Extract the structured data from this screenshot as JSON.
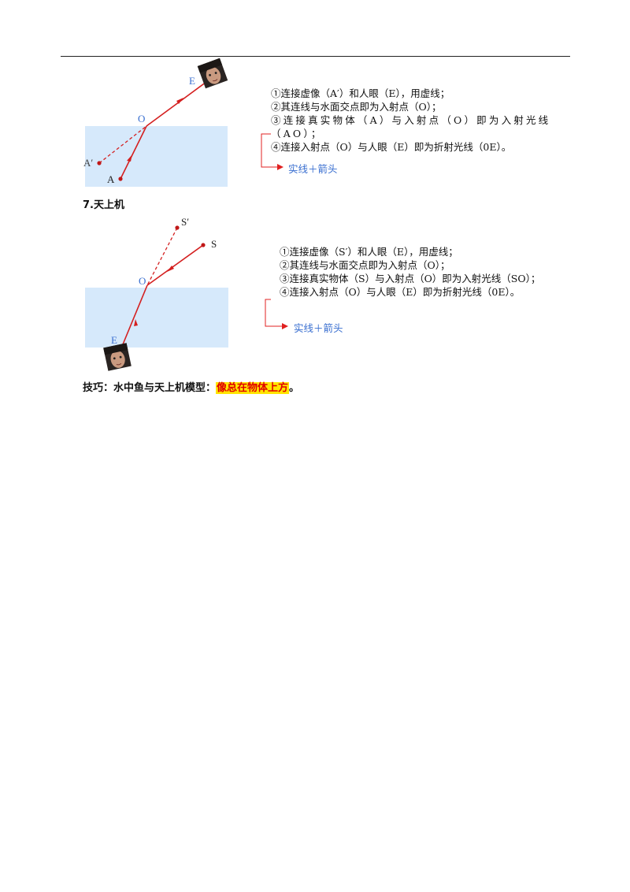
{
  "figure1": {
    "labels": {
      "eye": "E",
      "incidence": "O",
      "virtual": "A′",
      "real": "A"
    },
    "steps": [
      "①连接虚像（A′）和人眼（E），用虚线；",
      "②其连线与水面交点即为入射点（O）；",
      "③连接真实物体（A）与入射点（O）即为入射光线（AO）；",
      "④连接入射点（O）与人眼（E）即为折射光线（0E）。"
    ],
    "bracket_label": "实线＋箭头"
  },
  "section7": {
    "title": "7.天上机"
  },
  "figure2": {
    "labels": {
      "virtual": "S′",
      "real": "S",
      "incidence": "O",
      "eye": "E"
    },
    "steps": [
      "①连接虚像（S′）和人眼（E），用虚线；",
      "②其连线与水面交点即为入射点（O）；",
      "③连接真实物体（S）与入射点（O）即为入射光线（SO）；",
      "④连接入射点（O）与人眼（E）即为折射光线（0E）。"
    ],
    "bracket_label": "实线＋箭头"
  },
  "tip": {
    "prefix": "技巧：水中鱼与天上机模型：",
    "highlight": "像总在物体上方",
    "suffix": "。"
  },
  "colors": {
    "water": "#d6e9fb",
    "ray": "#d42020",
    "label_blue": "#3a6fd0",
    "bracket": "#e02020"
  }
}
